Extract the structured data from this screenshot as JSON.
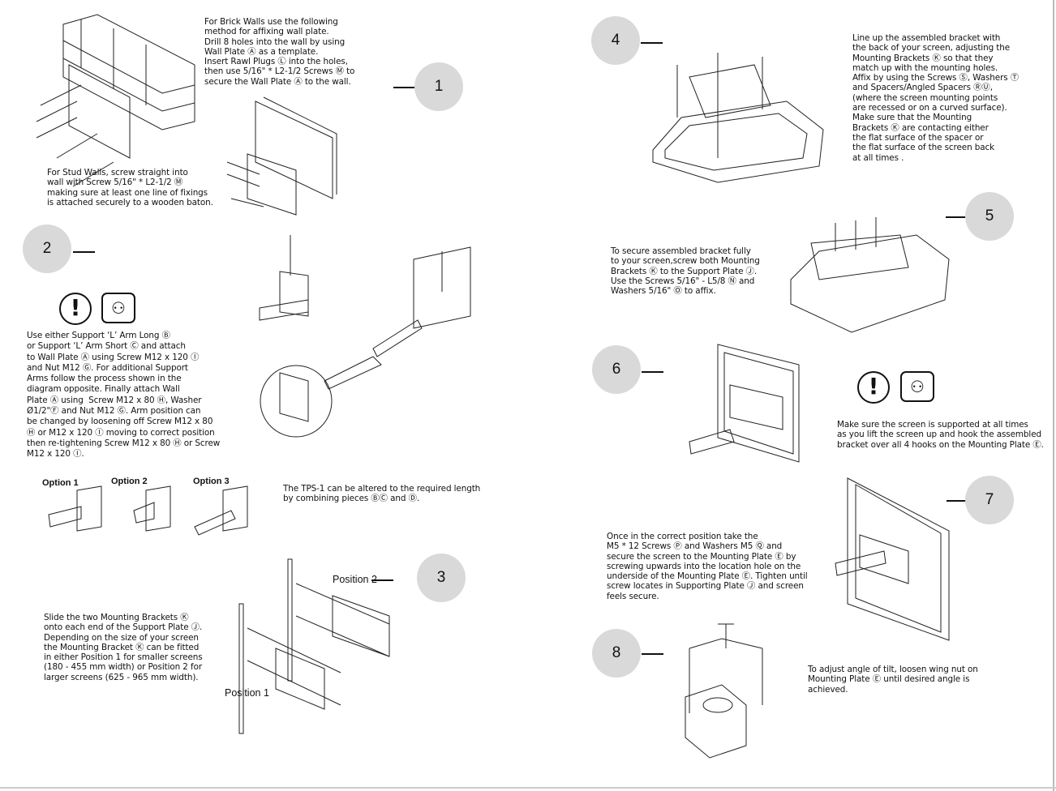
{
  "steps": [
    "1",
    "2",
    "3",
    "4",
    "5",
    "6",
    "7",
    "8"
  ],
  "step1": {
    "brick_text": "For Brick Walls use the following\nmethod for affixing wall plate.\nDrill 8 holes into the wall by using\nWall Plate Ⓐ as a template.\nInsert Rawl Plugs Ⓛ into the holes,\nthen use 5/16\" * L2-1/2 Screws Ⓜ to\nsecure the Wall Plate Ⓐ to the wall.",
    "stud_text": "For Stud Walls, screw straight into\nwall with Screw 5/16\" * L2-1/2 Ⓜ\nmaking sure at least one line of fixings\nis attached securely to a wooden baton."
  },
  "step2": {
    "text": "Use either Support ‘L’ Arm Long Ⓑ\nor Support ‘L’ Arm Short Ⓒ and attach\nto Wall Plate Ⓐ using Screw M12 x 120 Ⓘ\nand Nut M12 Ⓖ. For additional Support\nArms follow the process shown in the\ndiagram opposite. Finally attach Wall\nPlate Ⓐ using  Screw M12 x 80 Ⓗ, Washer\nØ1/2\"Ⓕ and Nut M12 Ⓖ. Arm position can\nbe changed by loosening off Screw M12 x 80\nⒽ or M12 x 120 Ⓘ moving to correct position\nthen re-tightening Screw M12 x 80 Ⓗ or Screw\nM12 x 120 Ⓘ.",
    "options": [
      "Option 1",
      "Option 2",
      "Option 3"
    ],
    "tps_text": "The TPS-1 can be altered to the required length\nby combining pieces ⒷⒸ and Ⓓ."
  },
  "step3": {
    "position2": "Position 2",
    "position1": "Position 1",
    "text": "Slide the two Mounting Brackets Ⓚ\nonto each end of the Support Plate Ⓙ.\nDepending on the size of your screen\nthe Mounting Bracket Ⓚ can be fitted\nin either Position 1 for smaller screens\n(180 - 455 mm width) or Position 2 for\nlarger screens (625 - 965 mm width)."
  },
  "step4": {
    "text": "Line up the assembled bracket with\nthe back of your screen, adjusting the\nMounting Brackets Ⓚ so that they\nmatch up with the mounting holes.\nAffix by using the Screws Ⓢ, Washers Ⓣ\nand Spacers/Angled Spacers ⓇⓊ,\n(where the screen mounting points\nare recessed or on a curved surface).\nMake sure that the Mounting\nBrackets Ⓚ are contacting either\nthe flat surface of the spacer or\nthe flat surface of the screen back\nat all times ."
  },
  "step5": {
    "text": "To secure assembled bracket fully\nto your screen,screw both Mounting\nBrackets Ⓚ to the Support Plate Ⓙ.\nUse the Screws 5/16\" - L5/8 Ⓝ and\nWashers 5/16\" Ⓞ to affix."
  },
  "step6": {
    "text": "Make sure the screen is supported at all times\nas you lift the screen up and hook the assembled\nbracket over all 4 hooks on the Mounting Plate Ⓔ."
  },
  "step7": {
    "text": "Once in the correct position take the\nM5 * 12 Screws Ⓟ and Washers M5 Ⓠ and\nsecure the screen to the Mounting Plate Ⓔ by\nscrewing upwards into the location hole on the\nunderside of the Mounting Plate Ⓔ. Tighten until\nscrew locates in Supporting Plate Ⓙ and screen\nfeels secure."
  },
  "step8": {
    "text": "To adjust angle of tilt, loosen wing nut on\nMounting Plate Ⓔ until desired angle is\nachieved."
  },
  "icons": {
    "warning": "!",
    "two_people": "two-person-lift"
  }
}
